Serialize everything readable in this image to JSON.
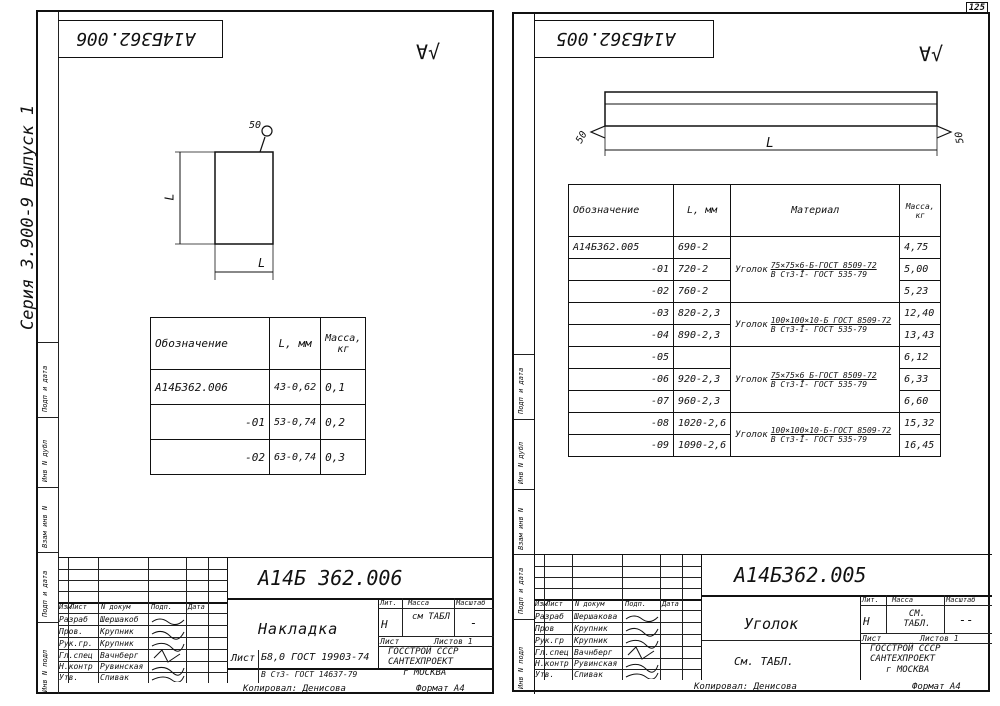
{
  "series_label": "Серия 3.900-9  Выпуск 1",
  "page_number": "125",
  "left_sheet": {
    "code_stamp": "А14Б362.006",
    "roughness": "∀√",
    "drawing": {
      "roughness_mark": "50",
      "dim_vertical": "L",
      "dim_horizontal": "L"
    },
    "table": {
      "headers": [
        "Обозначение",
        "L, мм",
        "Масса, кг"
      ],
      "rows": [
        {
          "designation": "А14Б362.006",
          "length": "43-0,62",
          "mass": "0,1"
        },
        {
          "designation": "-01",
          "length": "53-0,74",
          "mass": "0,2"
        },
        {
          "designation": "-02",
          "length": "63-0,74",
          "mass": "0,3"
        }
      ]
    },
    "title_block": {
      "doc_code": "А14Б 362.006",
      "name": "Накладка",
      "material_line1": "Б8,0 ГОСТ 19903-74",
      "material_line2": "В Ст3- ГОСТ 14637-79",
      "sheet_label": "Лист",
      "lit_label": "Лит.",
      "lit_value": "Н",
      "mass_label": "Масса",
      "mass_value": "см ТАБЛ",
      "scale_label": "Масштаб",
      "scale_value": "-",
      "sheets_label": "Лист",
      "sheets_total": "Листов 1",
      "org1": "ГОССТРОЙ СССР",
      "org2": "САНТЕХПРОЕКТ",
      "org3": "г МОСКВА",
      "roles": [
        "Разраб",
        "Пров.",
        "Рук.гр.",
        "Гл.спец",
        "Н.контр",
        "Утв."
      ],
      "names": [
        "Шершакоб",
        "Крупник",
        "Крупник",
        "Вачнберг",
        "Рувинская",
        "Спивак"
      ],
      "head": [
        "Изм",
        "Лист",
        "N докум",
        "Подп.",
        "Дата"
      ],
      "copied": "Копировал: Денисова",
      "format": "Формат А4"
    },
    "side_labels": [
      "Инв N подл",
      "Подп и дата",
      "Взам инв N",
      "Инв N дубл",
      "Подп и дата"
    ]
  },
  "right_sheet": {
    "code_stamp": "А14Б362.005",
    "roughness": "∀√",
    "drawing": {
      "left_mark": "50",
      "right_mark": "50",
      "dim": "L"
    },
    "table": {
      "headers": [
        "Обозначение",
        "L, мм",
        "Материал",
        "Масса, кг"
      ],
      "rows": [
        {
          "designation": "А14Б362.005",
          "length": "690-2",
          "mass": "4,75"
        },
        {
          "designation": "-01",
          "length": "720-2",
          "mass": "5,00"
        },
        {
          "designation": "-02",
          "length": "760-2",
          "mass": "5,23"
        },
        {
          "designation": "-03",
          "length": "820-2,3",
          "mass": "12,40"
        },
        {
          "designation": "-04",
          "length": "890-2,3",
          "mass": "13,43"
        },
        {
          "designation": "-05",
          "length": "",
          "mass": "6,12"
        },
        {
          "designation": "-06",
          "length": "920-2,3",
          "mass": "6,33"
        },
        {
          "designation": "-07",
          "length": "960-2,3",
          "mass": "6,60"
        },
        {
          "designation": "-08",
          "length": "1020-2,6",
          "mass": "15,32"
        },
        {
          "designation": "-09",
          "length": "1090-2,6",
          "mass": "16,45"
        }
      ],
      "materials": [
        {
          "word": "Уголок",
          "line1": "75×75×6-Б-ГОСТ 8509-72",
          "line2": "В Ст3-Ī- ГОСТ 535-79"
        },
        {
          "word": "Уголок",
          "line1": "100×100×10-Б ГОСТ 8509-72",
          "line2": "В Ст3-Ī- ГОСТ 535-79"
        },
        {
          "word": "Уголок",
          "line1": "75×75×6 Б-ГОСТ 8509-72",
          "line2": "В Ст3-Ī- ГОСТ 535-79"
        },
        {
          "word": "Уголок",
          "line1": "100×100×10-Б-ГОСТ 8509-72",
          "line2": "В Ст3-Ī- ГОСТ 535-79"
        }
      ]
    },
    "title_block": {
      "doc_code": "А14Б362.005",
      "name": "Уголок",
      "material": "См. ТАБЛ.",
      "lit_label": "Лит.",
      "lit_value": "Н",
      "mass_label": "Масса",
      "mass_value": "СМ. ТАБЛ.",
      "scale_label": "Масштаб",
      "scale_value": "--",
      "sheets_label": "Лист",
      "sheets_total": "Листов 1",
      "org1": "ГОССТРОЙ СССР",
      "org2": "САНТЕХПРОЕКТ",
      "org3": "г МОСКВА",
      "roles": [
        "Разраб",
        "Пров",
        "Рук.гр",
        "Гл.спец",
        "Н.контр",
        "Утв."
      ],
      "names": [
        "Шершакова",
        "Крупник",
        "Крупник",
        "Вачнберг",
        "Рувинская",
        "Спивак"
      ],
      "head": [
        "Изм",
        "Лист",
        "N докум",
        "Подп.",
        "Дата"
      ],
      "copied": "Копировал: Денисова",
      "format": "Формат А4"
    },
    "side_labels": [
      "Инв N подл",
      "Подп и дата",
      "Взам инв N",
      "Инв N дубл",
      "Подп и дата"
    ]
  }
}
